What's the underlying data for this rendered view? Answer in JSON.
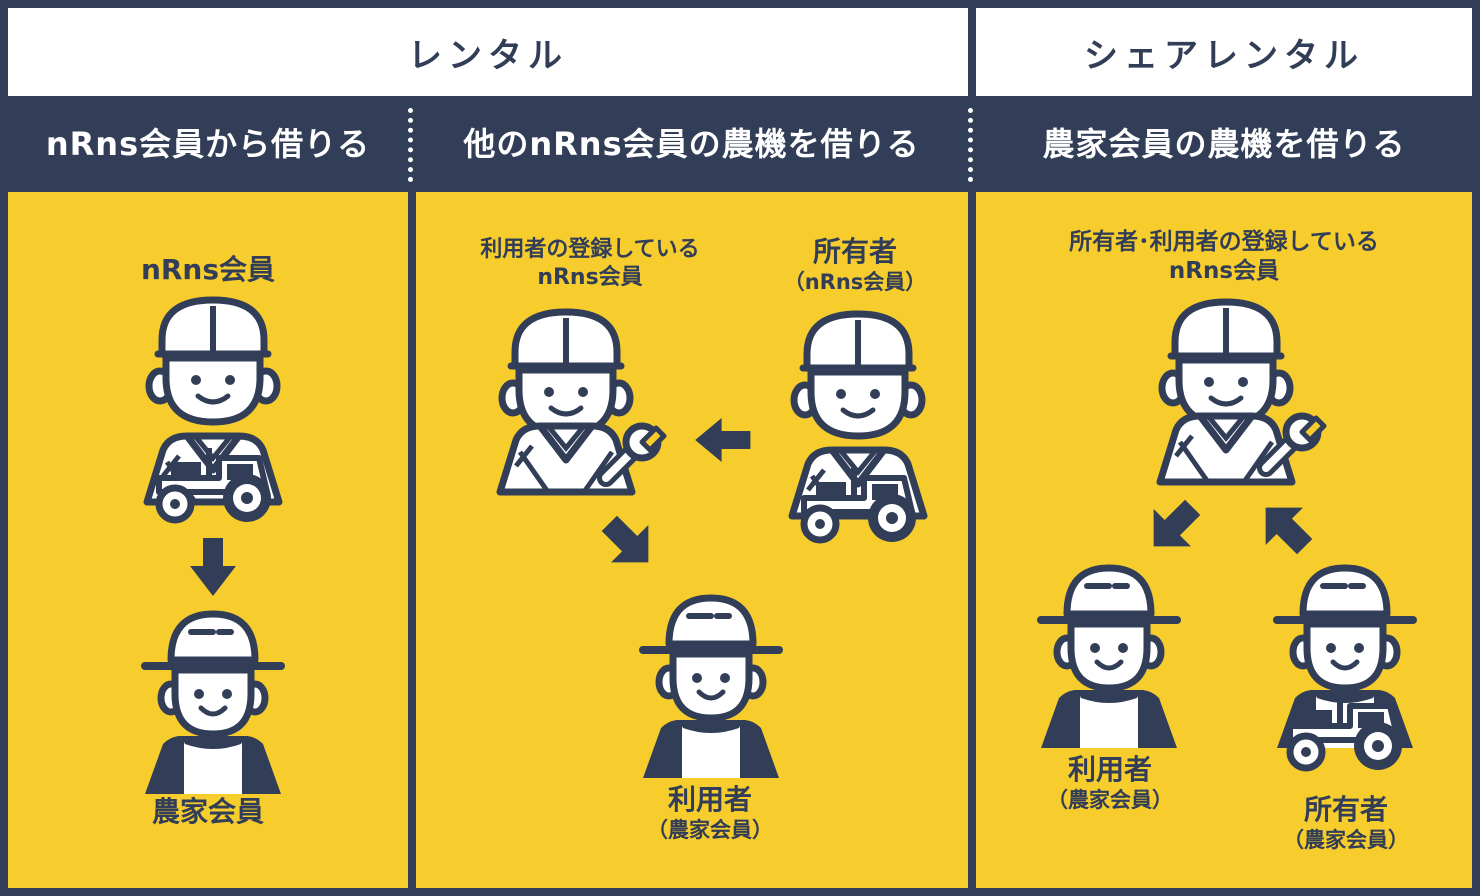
{
  "headers": {
    "rental": "レンタル",
    "share_rental": "シェアレンタル"
  },
  "subheaders": {
    "from_nrns": "nRns会員から借りる",
    "other_nrns": "他のnRns会員の農機を借りる",
    "farmer": "農家会員の農機を借りる"
  },
  "panel1": {
    "top_label": "nRns会員",
    "bottom_label": "農家会員"
  },
  "panel2": {
    "left_label_line1": "利用者の登録している",
    "left_label_line2": "nRns会員",
    "owner_label": "所有者",
    "owner_sub": "（nRns会員）",
    "user_label": "利用者",
    "user_sub": "（農家会員）"
  },
  "panel3": {
    "top_label_line1": "所有者･利用者の登録している",
    "top_label_line2": "nRns会員",
    "user_label": "利用者",
    "user_sub": "（農家会員）",
    "owner_label": "所有者",
    "owner_sub": "（農家会員）"
  },
  "colors": {
    "navy": "#323e57",
    "yellow": "#f7cd2e",
    "white": "#ffffff"
  }
}
